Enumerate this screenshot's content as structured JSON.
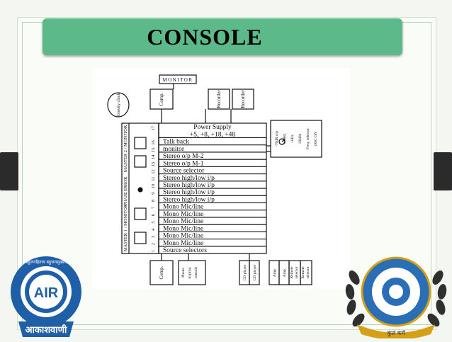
{
  "slide": {
    "title": "CONSOLE"
  },
  "diagram": {
    "top_boxes": {
      "monitor": "MONITOR",
      "clock": "Gravity clock",
      "comp": "Comp.",
      "recorder": "Recorder",
      "recorder_alt": "Recorder"
    },
    "left_labels": {
      "master2": "MASTER 2 / MONITOR",
      "phase_error": "PHASE ERROR",
      "master1": "MASTER 1 / MONITOR"
    },
    "rows": [
      {
        "num": "17",
        "label": "Power Supply"
      },
      {
        "num": "",
        "label": "+5, +8, +18, +48"
      },
      {
        "num": "16",
        "label": "Talk back"
      },
      {
        "num": "15",
        "label": "monitor"
      },
      {
        "num": "14",
        "label": "Stereo o/p M-2"
      },
      {
        "num": "13",
        "label": "Stereo o/p M-1"
      },
      {
        "num": "12",
        "label": "Source selector"
      },
      {
        "num": "11",
        "label": "Stereo high/low i/p"
      },
      {
        "num": "10",
        "label": "Stereo high/low i/p"
      },
      {
        "num": "9",
        "label": "Stereo high/low i/p"
      },
      {
        "num": "8",
        "label": "Stereo high/low i/p"
      },
      {
        "num": "7",
        "label": "Mono Mic/line"
      },
      {
        "num": "6",
        "label": "Mono Mic/line"
      },
      {
        "num": "5",
        "label": "Mono Mic/line"
      },
      {
        "num": "4",
        "label": "Mono Mic/line"
      },
      {
        "num": "3",
        "label": "Mono Mic/line"
      },
      {
        "num": "2",
        "label": "Mono Mic/line"
      },
      {
        "num": "1",
        "label": "Source selectors"
      }
    ],
    "right_box": [
      "-70dB o/p",
      "100Hz",
      "1kHz",
      "10kHz",
      "Freq. selector",
      "OSC ON"
    ],
    "bottom_boxes": {
      "comp": "Comp.",
      "phone": [
        "Phone",
        "in prog.",
        "console"
      ],
      "cd1": "CD player",
      "cd2": "CD player",
      "amp1": "Amp.",
      "amp2": "Amp.",
      "remote1": [
        "Remote",
        "selector"
      ],
      "remote2": [
        "Remote",
        "selector"
      ]
    }
  },
  "logos": {
    "left": {
      "text": "आकाशवाणी",
      "monogram": "AIR",
      "ring_text": "बहुजनहिताय बहुजनसुखाय"
    },
    "right": {
      "motto": "कुलं कर्म"
    }
  },
  "colors": {
    "title_bar": "#5bb98a",
    "left_logo": "#1f5fa8",
    "right_logo_blue": "#2a6fb5",
    "right_logo_gold": "#d4a017"
  }
}
